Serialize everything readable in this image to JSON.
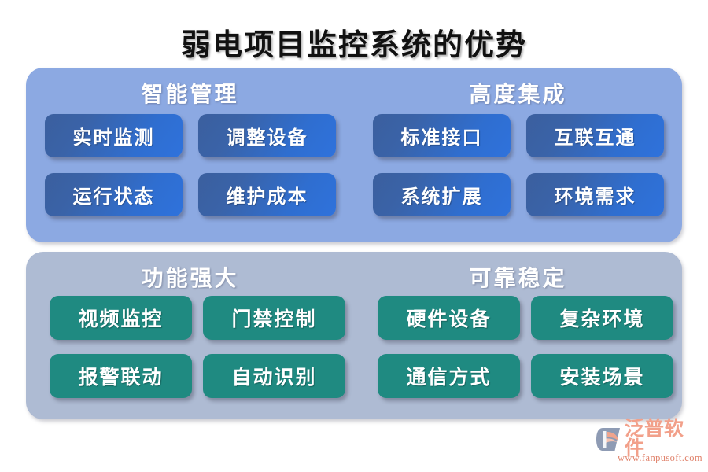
{
  "page": {
    "title": "弱电项目监控系统的优势",
    "background": "#ffffff"
  },
  "colors": {
    "panel_top": "#8ca9e2",
    "panel_bottom": "#aebbd3",
    "box_blue_dark": "#3b5f9e",
    "box_blue_light": "#2f72dc",
    "box_green": "#1f8a81",
    "title_text": "#111111",
    "group_title_text": "#ffffff",
    "logo_orange": "#f2a08a",
    "logo_mark_grey": "#8e9bb4"
  },
  "panels": [
    {
      "id": "panel-advantages-top",
      "style": "blue",
      "groups": [
        {
          "id": "group-intelligent-management",
          "title": "智能管理",
          "items": [
            "实时监测",
            "调整设备",
            "运行状态",
            "维护成本"
          ]
        },
        {
          "id": "group-high-integration",
          "title": "高度集成",
          "items": [
            "标准接口",
            "互联互通",
            "系统扩展",
            "环境需求"
          ]
        }
      ]
    },
    {
      "id": "panel-advantages-bottom",
      "style": "green",
      "groups": [
        {
          "id": "group-powerful-function",
          "title": "功能强大",
          "items": [
            "视频监控",
            "门禁控制",
            "报警联动",
            "自动识别"
          ]
        },
        {
          "id": "group-reliable-stable",
          "title": "可靠稳定",
          "items": [
            "硬件设备",
            "复杂环境",
            "通信方式",
            "安装场景"
          ]
        }
      ]
    }
  ],
  "logo": {
    "name": "泛普软件",
    "url": "www.fanpusoft.com",
    "mark": "hexagon-swoosh-icon"
  }
}
